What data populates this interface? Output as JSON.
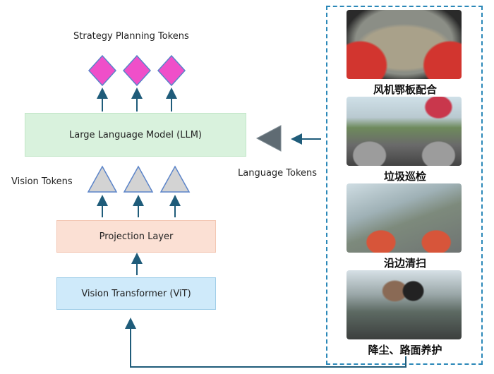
{
  "strategy_tokens_label": "Strategy Planning Tokens",
  "llm_label": "Large Language Model (LLM)",
  "vision_tokens_label": "Vision Tokens",
  "projection_label": "Projection Layer",
  "vit_label": "Vision Transformer (ViT)",
  "language_tokens_label": "Language Tokens",
  "scenes": [
    {
      "caption": "风机鄂板配合"
    },
    {
      "caption": "垃圾巡检"
    },
    {
      "caption": "沿边清扫"
    },
    {
      "caption": "降尘、路面养护"
    }
  ],
  "colors": {
    "arrow": "#1f5c7a",
    "diamond_fill": "#ef4fc9",
    "diamond_stroke": "#5b84c9",
    "triangle_fill": "#d3d3d3",
    "triangle_stroke": "#5b84c9",
    "llm_fill": "#d9f2dd",
    "projection_fill": "#fbe0d4",
    "vit_fill": "#cfeafa",
    "panel_border": "#2b88b8"
  }
}
